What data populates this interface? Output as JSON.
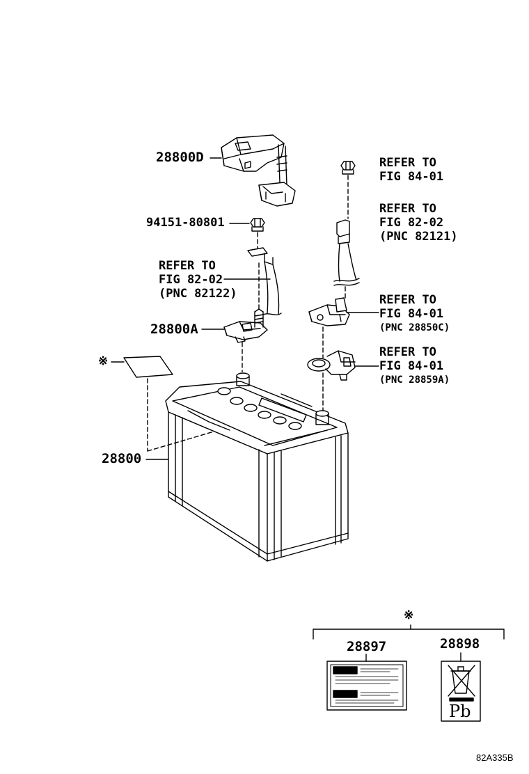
{
  "parts": {
    "cover": "28800D",
    "bolt": "94151-80801",
    "terminal": "28800A",
    "battery": "28800",
    "label_a": "28897",
    "label_b": "28898"
  },
  "refs": {
    "neg_cable": {
      "l1": "REFER TO",
      "l2": "FIG 82-02",
      "l3": "(PNC 82122)"
    },
    "nut_top": {
      "l1": "REFER TO",
      "l2": "FIG 84-01"
    },
    "pos_cable": {
      "l1": "REFER TO",
      "l2": "FIG 82-02",
      "l3": "(PNC 82121)"
    },
    "clamp_c": {
      "l1": "REFER TO",
      "l2": "FIG 84-01",
      "l3": "(PNC 28850C)"
    },
    "clamp_a": {
      "l1": "REFER TO",
      "l2": "FIG 84-01",
      "l3": "(PNC 28859A)"
    }
  },
  "markers": {
    "note_mark": "※",
    "group_mark": "※"
  },
  "label_text": {
    "recycle": "Pb"
  },
  "figure_id": "82A335B"
}
